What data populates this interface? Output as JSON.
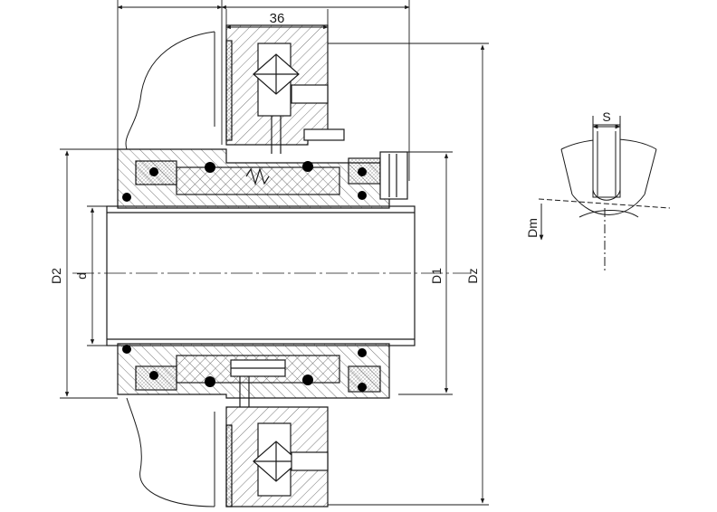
{
  "drawing": {
    "dimensions": {
      "top_small": "36",
      "d2": "D2",
      "d": "d",
      "d1": "D1",
      "dz": "Dz",
      "s": "S",
      "dm": "Dm"
    },
    "colors": {
      "line": "#1a1a1a",
      "hatch": "#555555",
      "seal": "#000000",
      "background": "#ffffff"
    }
  }
}
